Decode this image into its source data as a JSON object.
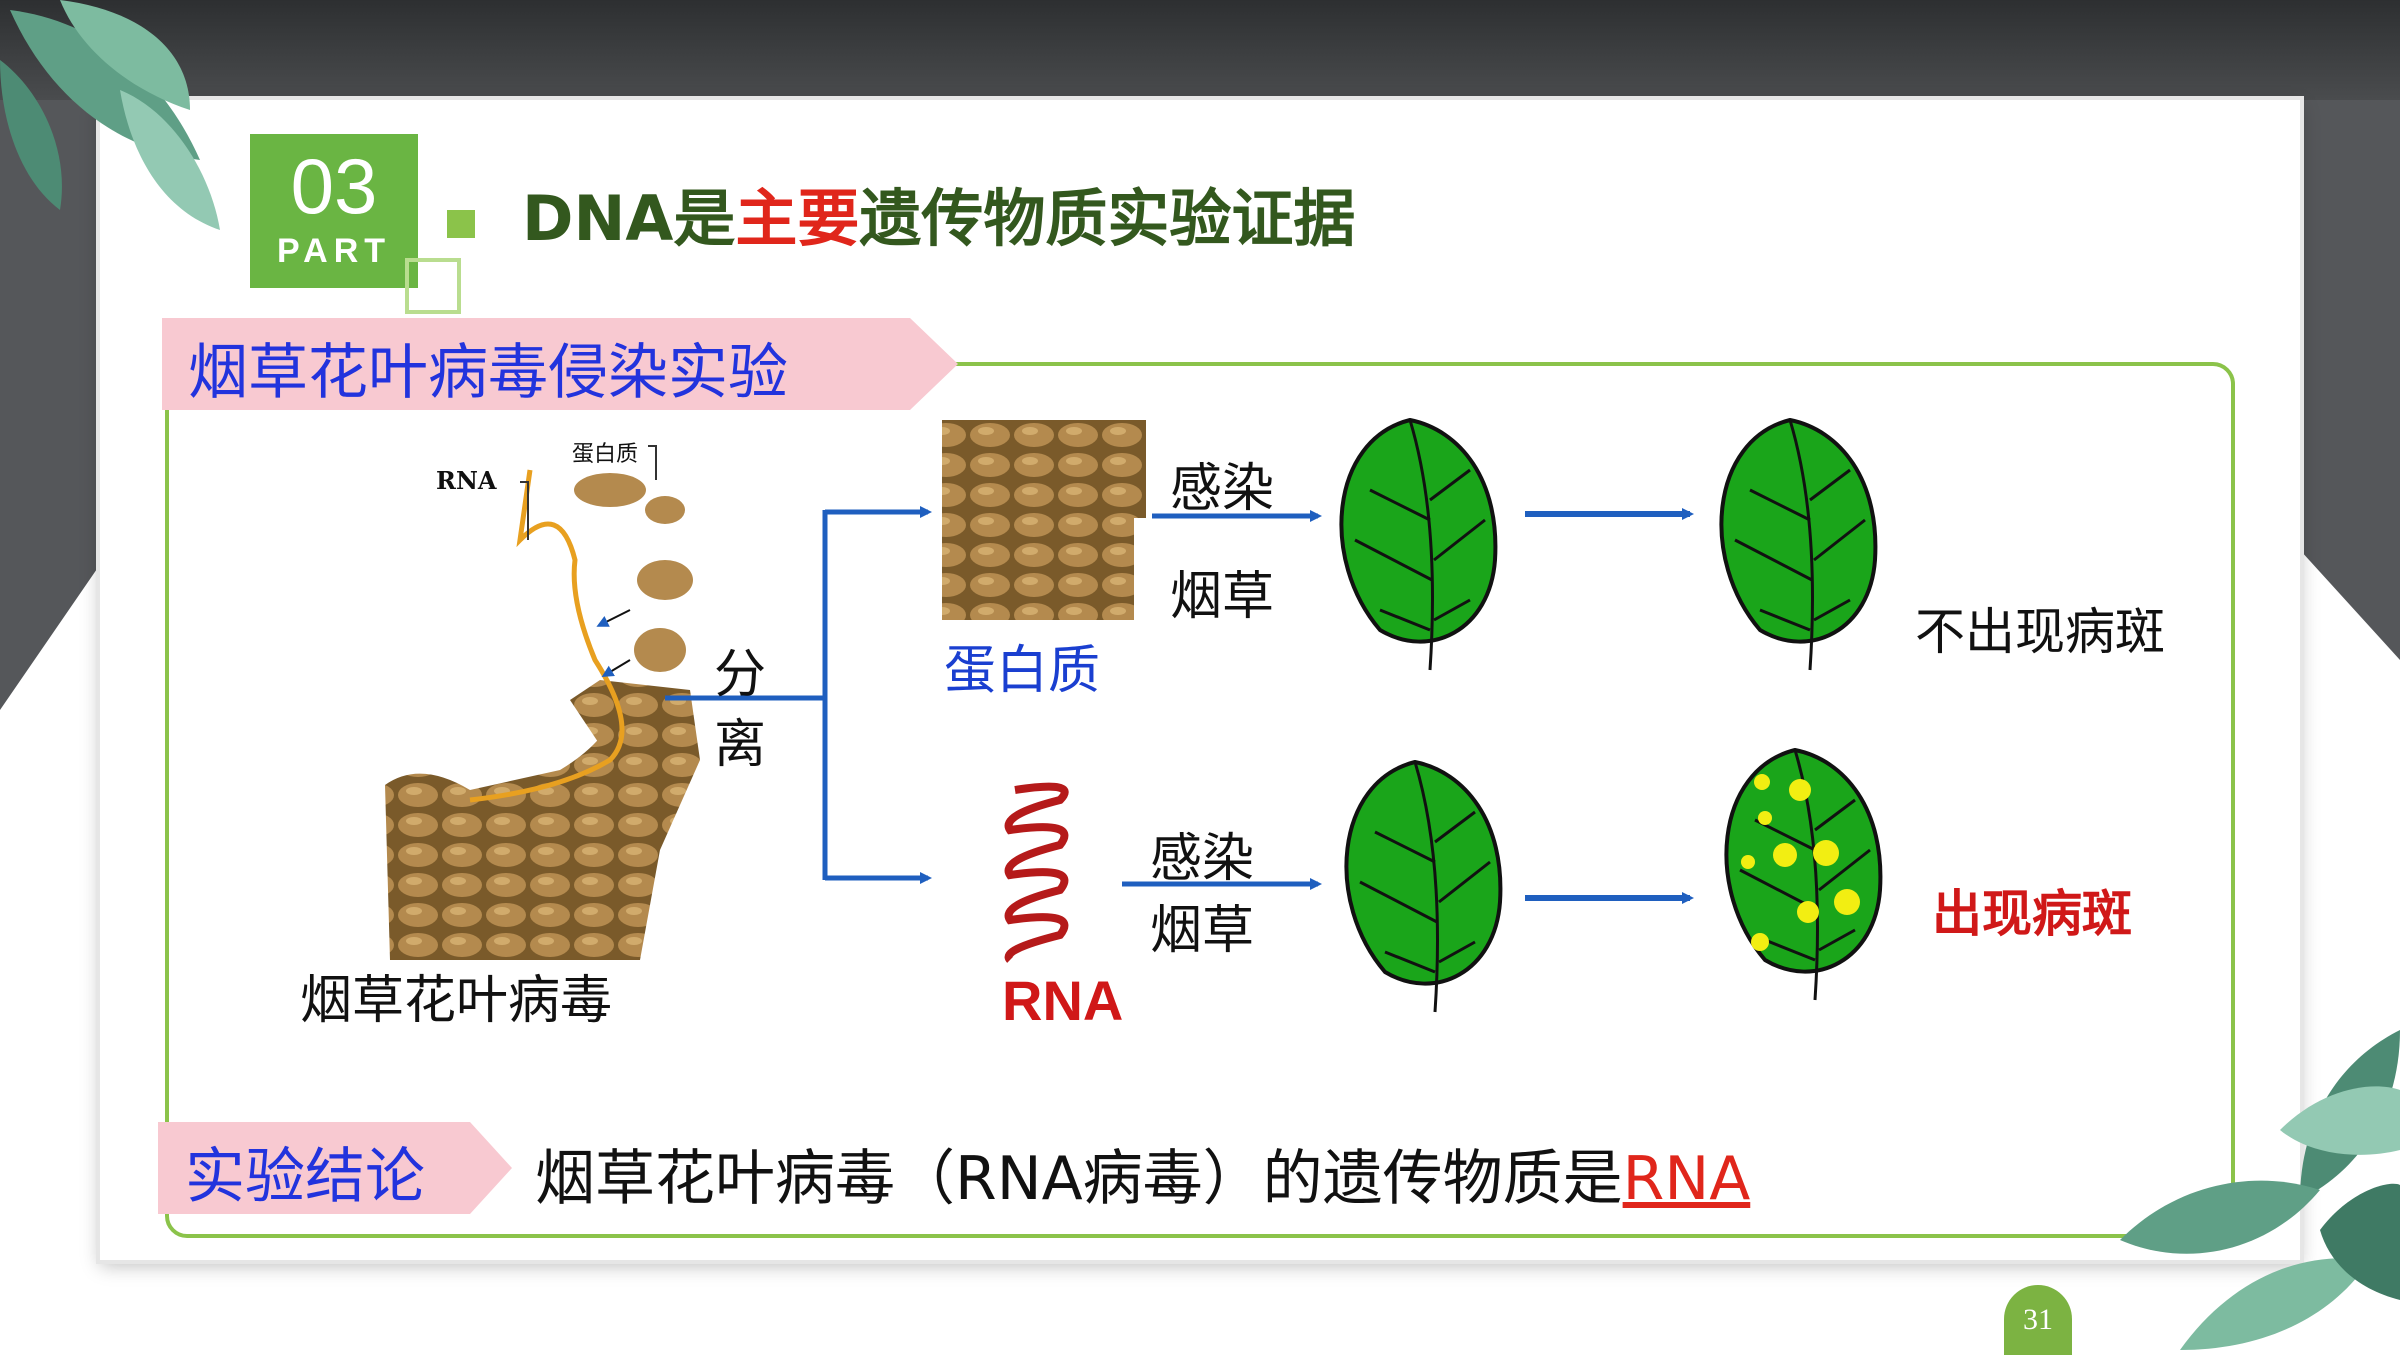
{
  "slide": {
    "badge": {
      "number": "03",
      "part": "PART"
    },
    "title": {
      "prefix": "DNA是",
      "emphasis": "主要",
      "suffix": "遗传物质实验证据"
    },
    "section_label": "烟草花叶病毒侵染实验",
    "virus": {
      "name": "烟草花叶病毒",
      "rna_label": "RNA",
      "protein_label": "蛋白质"
    },
    "separate_label": [
      "分",
      "离"
    ],
    "top_branch": {
      "component": "蛋白质",
      "action_line1": "感染",
      "action_line2": "烟草",
      "result": "不出现病斑"
    },
    "bottom_branch": {
      "component": "RNA",
      "action_line1": "感染",
      "action_line2": "烟草",
      "result": "出现病斑"
    },
    "conclusion_label": "实验结论",
    "conclusion": {
      "text": "烟草花叶病毒（RNA病毒）的遗传物质是",
      "highlight": "RNA"
    },
    "page_number": "31"
  },
  "colors": {
    "brand_green": "#6ab543",
    "leaf_green": "#1aa51a",
    "arrow_blue": "#1f5fbf",
    "title_red": "#e0261b",
    "label_blue": "#2233dd",
    "ribbon_pink": "#f8c9d1"
  }
}
